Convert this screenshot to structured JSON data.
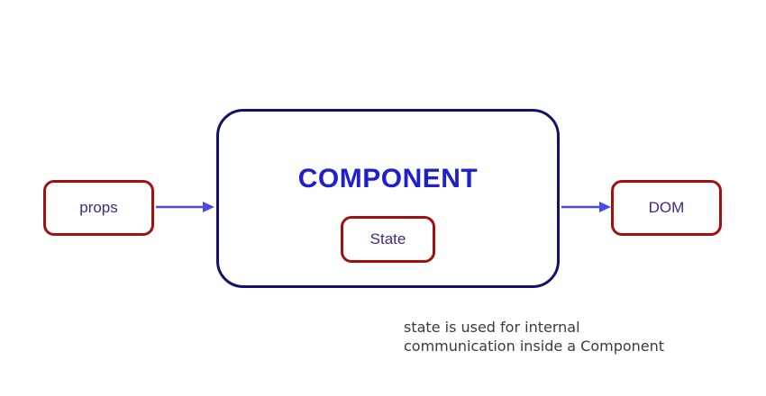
{
  "diagram": {
    "component_box": {
      "label": "COMPONENT"
    },
    "state_box": {
      "label": "State"
    },
    "props_box": {
      "label": "props"
    },
    "dom_box": {
      "label": "DOM"
    },
    "caption": {
      "line1": "state is used for internal",
      "line2": "communication inside a Component"
    }
  },
  "icons": {
    "arrow_props_to_component": "right-arrow-icon",
    "arrow_component_to_dom": "right-arrow-icon"
  },
  "colors": {
    "arrow": "#4a4ae8",
    "component_border": "#12126b",
    "component_label": "#1f1fce",
    "red_box_border": "#9c1212",
    "box_label": "#44287c",
    "caption_text": "#3b3b3b",
    "background": "#ffffff"
  }
}
